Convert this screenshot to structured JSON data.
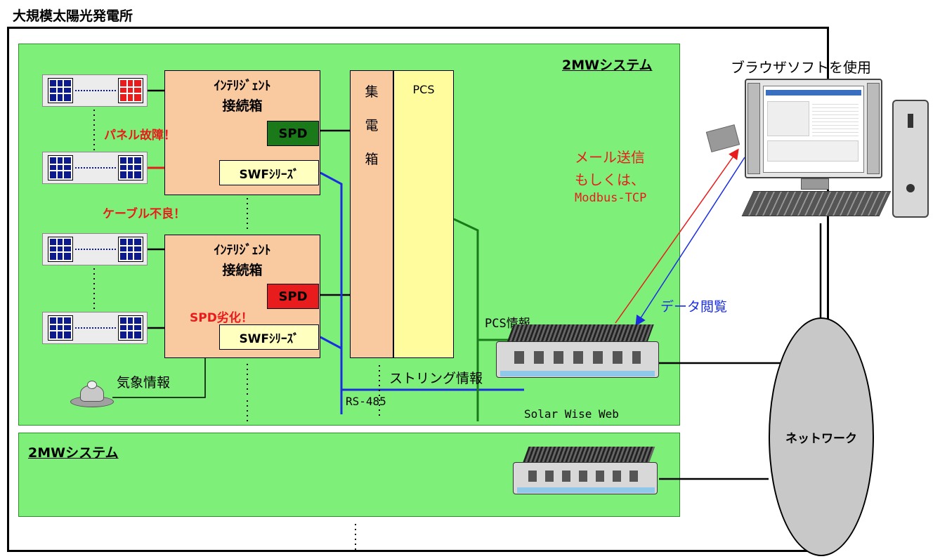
{
  "plant_title": "大規模太陽光発電所",
  "system_label_top": "2MWシステム",
  "system_label_bottom": "2MWシステム",
  "junction_box_1": {
    "title_line1": "ｲﾝﾃﾘｼﾞｪﾝﾄ",
    "title_line2": "接続箱",
    "spd": "SPD",
    "swf": "SWFｼﾘｰｽﾞ"
  },
  "junction_box_2": {
    "title_line1": "ｲﾝﾃﾘｼﾞｪﾝﾄ",
    "title_line2": "接続箱",
    "spd": "SPD",
    "swf": "SWFｼﾘｰｽﾞ"
  },
  "collector_box": [
    "集",
    "電",
    "箱"
  ],
  "pcs_label": "PCS",
  "faults": {
    "panel_fault": "パネル故障！",
    "cable_fault": "ケーブル不良！",
    "spd_fault": "SPD劣化！"
  },
  "weather_info": "気象情報",
  "pcs_info": "PCS情報",
  "string_info": "ストリング情報",
  "rs485": "RS-485",
  "device_name": "Solar Wise Web",
  "mail_text": {
    "line1": "メール送信",
    "line2": "もしくは、",
    "line3": "Modbus-TCP"
  },
  "data_view": "データ閲覧",
  "browser_label": "ブラウザソフトを使用",
  "network_label": "ネットワーク",
  "colors": {
    "system_area": "#7ef07a",
    "junction_box": "#f9c9a0",
    "pcs": "#fffc9e",
    "swf": "#ffffc0",
    "spd_ok": "#1a7a1a",
    "spd_bad": "#e81c1c",
    "fault_text": "#e81c1c",
    "rs485_line": "#1a2ee0",
    "pcs_line": "#1a7a1a"
  }
}
